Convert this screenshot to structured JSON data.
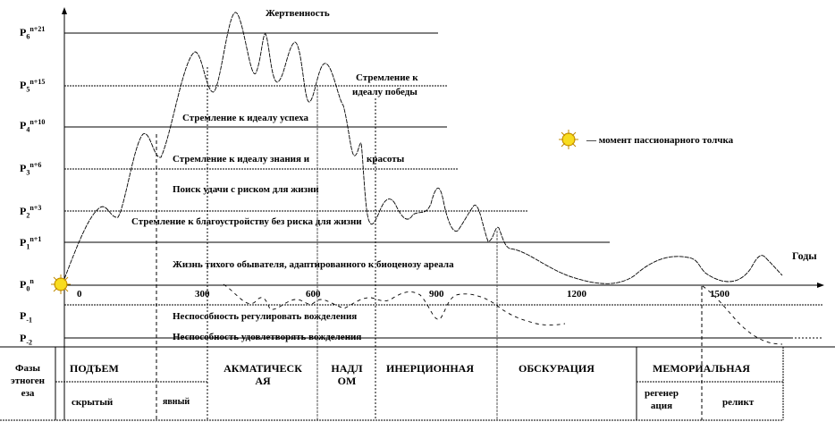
{
  "diagram": {
    "top_label": "Жертвенность",
    "levels": [
      {
        "base": "P",
        "sub": "6",
        "sup": "n+21"
      },
      {
        "base": "P",
        "sub": "5",
        "sup": "n+15"
      },
      {
        "base": "P",
        "sub": "4",
        "sup": "n+10"
      },
      {
        "base": "P",
        "sub": "3",
        "sup": "n+6"
      },
      {
        "base": "P",
        "sub": "2",
        "sup": "n+3"
      },
      {
        "base": "P",
        "sub": "1",
        "sup": "n+1"
      },
      {
        "base": "P",
        "sub": "0",
        "sup": "n"
      },
      {
        "base": "P",
        "sub": "-1",
        "sup": ""
      },
      {
        "base": "P",
        "sub": "-2",
        "sup": ""
      }
    ],
    "level_descriptions": {
      "p5_line1": "Стремление к",
      "p5_line2": "идеалу победы",
      "p4": "Стремление к идеалу успеха",
      "p3_a": "Стремление к идеалу знания и",
      "p3_b": "красоты",
      "p2_above": "Поиск удачи с риском для жизни",
      "p2_below": "Стремление к благоустройству без риска для жизни",
      "p1_below": "Жизнь тихого обывателя, адаптированного к биоценозу ареала",
      "pm1": "Неспособность регулировать вожделения",
      "pm2": "Неспособность удовлетворять вожделения"
    },
    "x_axis_label": "Годы",
    "x_ticks": [
      "0",
      "300",
      "600",
      "900",
      "1200",
      "1500"
    ],
    "legend": {
      "icon": "sun-icon",
      "text": "— момент пассионарного толчка"
    }
  },
  "phases_table": {
    "header": [
      "Фазы",
      "этноген",
      "еза"
    ],
    "phases": {
      "rise": "ПОДЪЕМ",
      "rise_hidden": "скрытый",
      "rise_explicit": "явный",
      "acmatic": [
        "АКМАТИЧЕСК",
        "АЯ"
      ],
      "breakdown": [
        "НАДЛ",
        "ОМ"
      ],
      "inertial": "ИНЕРЦИОННАЯ",
      "obscuration": "ОБСКУРАЦИЯ",
      "memorial": "МЕМОРИАЛЬНАЯ",
      "regeneration": [
        "регенер",
        "ация"
      ],
      "relict": "реликт"
    }
  },
  "colors": {
    "line": "#000000",
    "sun": "#f5d000"
  }
}
